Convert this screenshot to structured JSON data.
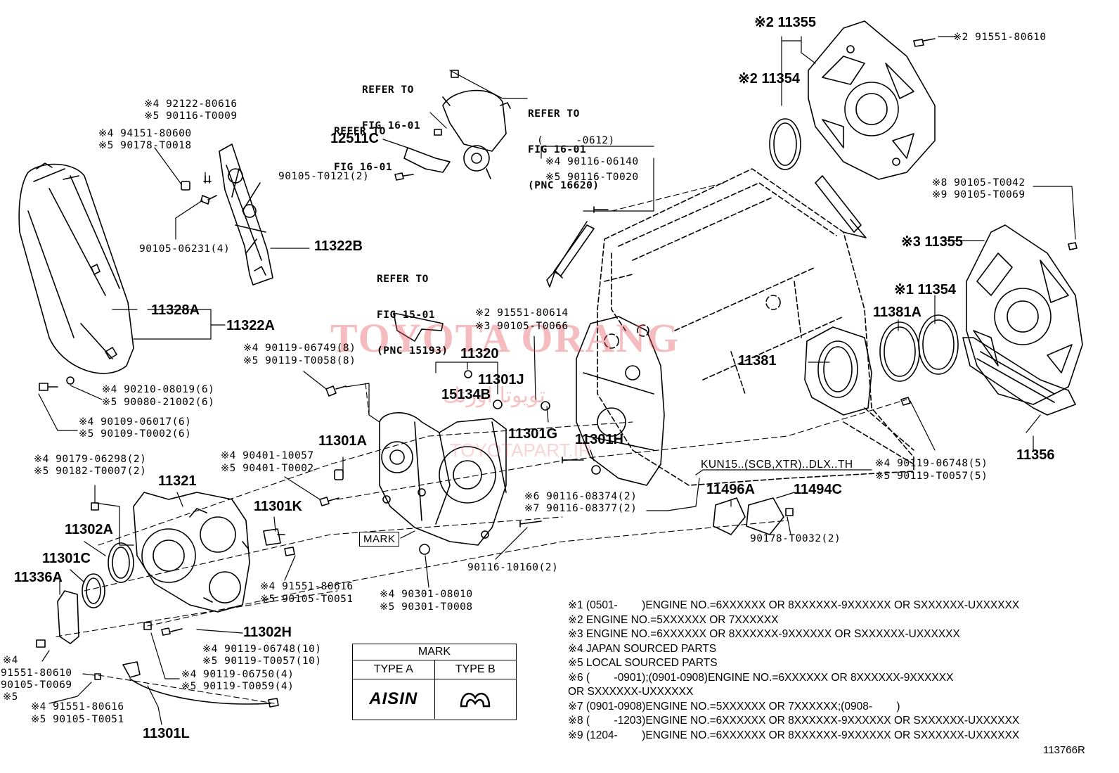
{
  "watermark": {
    "main": "TOYOTA ORANG",
    "arabic": "تويوتا اورنك",
    "url": "TOYOTAPART.IR",
    "color": "#e6505a"
  },
  "refs": {
    "r1": [
      "REFER TO",
      "FIG 16-01"
    ],
    "r2": [
      "REFER TO",
      "FIG 16-01",
      "(PNC 16620)"
    ],
    "r3": [
      "REFER TO",
      "FIG 16-01"
    ],
    "r4": [
      "REFER TO",
      "FIG 15-01",
      "(PNC 15193)"
    ]
  },
  "parts": {
    "p11355a": "※2 11355",
    "p91551_80610a": "※2 91551-80610",
    "p11354a": "※2 11354",
    "p90105_T0042": "※8 90105-T0042",
    "p90105_T0069a": "※9 90105-T0069",
    "p11355b": "※3 11355",
    "p11354b": "※1 11354",
    "p11381A": "11381A",
    "p11381": "11381",
    "p11356": "11356",
    "p90119_06748r": "※4 90119-06748(5)",
    "p90119_T0057r": "※5 90119-T0057(5)",
    "pKun": "KUN15..(SCB,XTR)..DLX..TH",
    "p11496A": "11496A",
    "p11494C": "11494C",
    "p90178_T0032": "90178-T0032(2)",
    "p90116_08374": "※6 90116-08374(2)",
    "p90116_08377": "※7 90116-08377(2)",
    "p90116_10160": "90116-10160(2)",
    "p0612": "(     -0612)",
    "p90116_06140": "※4 90116-06140",
    "p90116_T0020": "※5 90116-T0020",
    "p12511C": "12511C",
    "p90105_T0121": "90105-T0121(2)",
    "p92122": "※4 92122-80616",
    "p90116_T0009": "※5 90116-T0009",
    "p94151": "※4 94151-80600",
    "p90178_T0018": "※5 90178-T0018",
    "p90105_06231": "90105-06231(4)",
    "p11322B": "11322B",
    "p11328A": "11328A",
    "p11322A": "11322A",
    "p91551_80614": "※2 91551-80614",
    "p90105_T0066": "※3 90105-T0066",
    "p90119_06749": "※4 90119-06749(8)",
    "p90119_T0058": "※5 90119-T0058(8)",
    "p11320": "11320",
    "p15134B": "15134B",
    "p11301J": "11301J",
    "p11301G": "11301G",
    "p11301H": "11301H",
    "p11301A": "11301A",
    "p90210": "※4 90210-08019(6)",
    "p90080": "※5 90080-21002(6)",
    "p90109_06017": "※4 90109-06017(6)",
    "p90109_T0002": "※5 90109-T0002(6)",
    "p90401_10057": "※4 90401-10057",
    "p90401_T0002": "※5 90401-T0002",
    "p90179": "※4 90179-06298(2)",
    "p90182": "※5 90182-T0007(2)",
    "p11321": "11321",
    "p11301K": "11301K",
    "pMark": "MARK",
    "p11302A": "11302A",
    "p11301C": "11301C",
    "p11336A": "11336A",
    "p91551_80616a": "※4 91551-80616",
    "p90105_T0051a": "※5 90105-T0051",
    "p90301_08010": "※4 90301-08010",
    "p90301_T0008": "※5 90301-T0008",
    "p11302H": "11302H",
    "p90119_06748b": "※4 90119-06748(10)",
    "p90119_T0057b": "※5 90119-T0057(10)",
    "p90119_06750": "※4 90119-06750(4)",
    "p90119_T0059": "※5 90119-T0059(4)",
    "pStar4": "※4",
    "p91551_80610b": "91551-80610",
    "p90105_T0069b": "90105-T0069",
    "pStar5": "※5",
    "p91551_80616b": "※4 91551-80616",
    "p90105_T0051b": "※5 90105-T0051",
    "p11301L": "11301L"
  },
  "mark_table": {
    "title": "MARK",
    "type_a": "TYPE A",
    "type_b": "TYPE B",
    "logo_a": "AISIN"
  },
  "notes": [
    "※1 (0501-        )ENGINE NO.=6XXXXXX OR 8XXXXXX-9XXXXXX OR SXXXXXX-UXXXXXX",
    "※2 ENGINE NO.=5XXXXXX OR 7XXXXXX",
    "※3 ENGINE NO.=6XXXXXX OR 8XXXXXX-9XXXXXX OR SXXXXXX-UXXXXXX",
    "※4 JAPAN SOURCED PARTS",
    "※5 LOCAL SOURCED PARTS",
    "※6 (        -0901);(0901-0908)ENGINE NO.=6XXXXXX OR 8XXXXXX-9XXXXXX",
    "OR SXXXXXX-UXXXXXX",
    "※7 (0901-0908)ENGINE NO.=5XXXXXX OR 7XXXXXX;(0908-        )",
    "※8 (        -1203)ENGINE NO.=6XXXXXX OR 8XXXXXX-9XXXXXX OR SXXXXXX-UXXXXXX",
    "※9 (1204-        )ENGINE NO.=6XXXXXX OR 8XXXXXX-9XXXXXX OR SXXXXXX-UXXXXXX"
  ],
  "figure_code": "113766R"
}
